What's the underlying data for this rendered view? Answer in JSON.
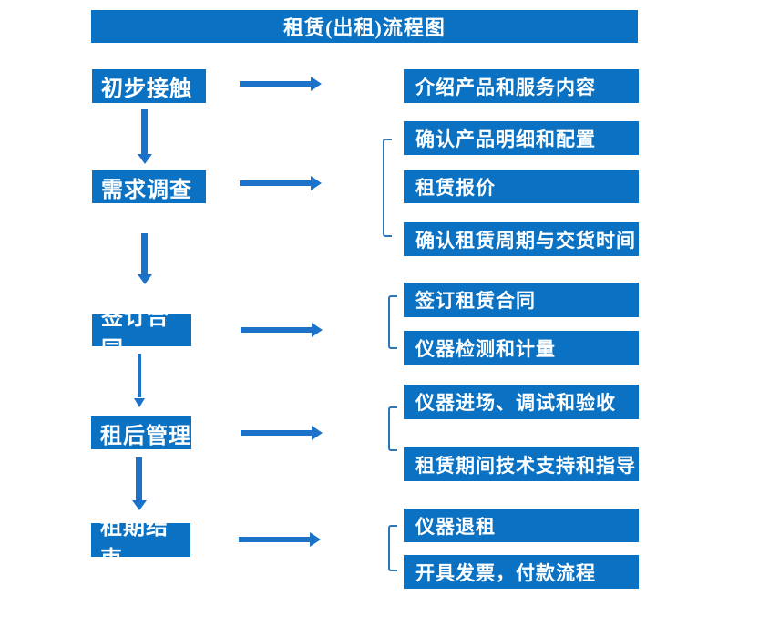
{
  "title": "租赁(出租)流程图",
  "colors": {
    "box_blue": "#0B71C2",
    "arrow_blue": "#1C72C8",
    "bracket_blue": "#2E75B6",
    "text_white": "#FFFFFF",
    "background": "#FFFFFF"
  },
  "stages": [
    {
      "label": "初步接触",
      "details": [
        "介绍产品和服务内容"
      ]
    },
    {
      "label": "需求调查",
      "details": [
        "确认产品明细和配置",
        "租赁报价",
        "确认租赁周期与交货时间"
      ]
    },
    {
      "label": "签订合同",
      "details": [
        "签订租赁合同",
        "仪器检测和计量"
      ]
    },
    {
      "label": "租后管理",
      "details": [
        "仪器进场、调试和验收",
        "租赁期间技术支持和指导"
      ]
    },
    {
      "label": "租期结束",
      "details": [
        "仪器退租",
        "开具发票，付款流程"
      ]
    }
  ]
}
